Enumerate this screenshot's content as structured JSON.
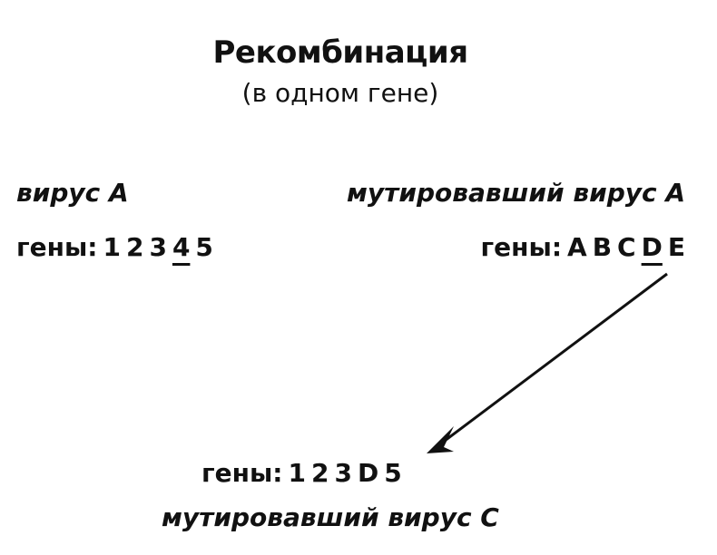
{
  "title": "Рекомбинация",
  "subtitle": "(в одном гене)",
  "virus_a": {
    "name": "вирус А",
    "genes_label": "гены:",
    "genes": [
      "1",
      "2",
      "3",
      "4",
      "5"
    ],
    "highlighted_index": 3
  },
  "mutant_virus_a": {
    "name": "мутировавший вирус А",
    "genes_label": "гены:",
    "genes": [
      "A",
      "B",
      "C",
      "D",
      "E"
    ],
    "highlighted_index": 3
  },
  "mutant_virus_c": {
    "name": "мутировавший вирус С",
    "genes_label": "гены:",
    "genes": [
      "1",
      "2",
      "3",
      "D",
      "5"
    ]
  },
  "colors": {
    "text": "#111111",
    "background": "#ffffff",
    "arrow": "#111111"
  }
}
